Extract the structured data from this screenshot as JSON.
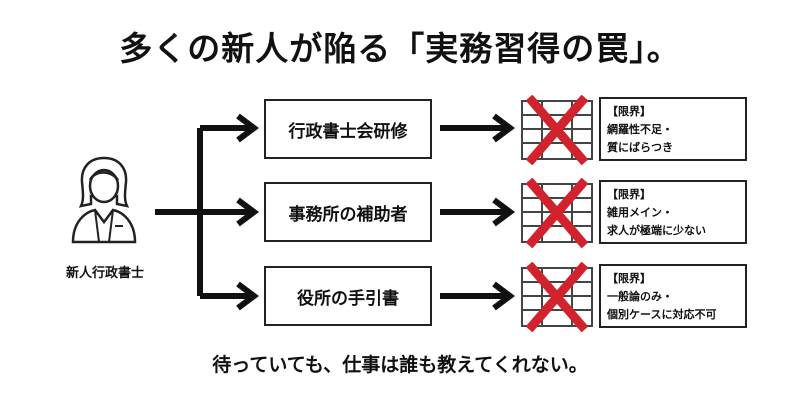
{
  "title": "多くの新人が陥る「実務習得の罠」。",
  "person": {
    "label": "新人行政書士",
    "icon": "person-icon"
  },
  "routes": [
    {
      "label": "行政書士会研修",
      "limit_heading": "【限界】",
      "limit_lines": [
        "網羅性不足・",
        "質にばらつき"
      ]
    },
    {
      "label": "事務所の補助者",
      "limit_heading": "【限界】",
      "limit_lines": [
        "雑用メイン・",
        "求人が極端に少ない"
      ]
    },
    {
      "label": "役所の手引書",
      "limit_heading": "【限界】",
      "limit_lines": [
        "一般論のみ・",
        "個別ケースに対応不可"
      ]
    }
  ],
  "footer": "待っていても、仕事は誰も教えてくれない。",
  "colors": {
    "cross": "#d0232d",
    "barrier": "#444444",
    "line": "#111111"
  }
}
